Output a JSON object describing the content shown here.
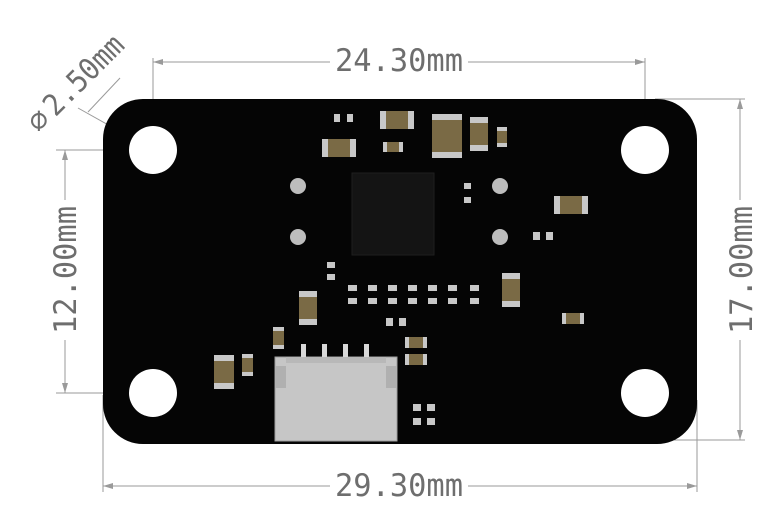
{
  "dimensions": {
    "top_width": "24.30mm",
    "bottom_width": "29.30mm",
    "left_height": "12.00mm",
    "right_height": "17.00mm",
    "hole_diameter": "2.50mm",
    "diameter_symbol": "⌀"
  },
  "colors": {
    "board": "#050505",
    "hole": "#ffffff",
    "dimension_line": "#9a9a9a",
    "dimension_text": "#6e6e6e",
    "chip": "#141414",
    "pad": "#c8c8c8",
    "component_body": "#7a6a45",
    "connector": "#c6c6c6"
  }
}
